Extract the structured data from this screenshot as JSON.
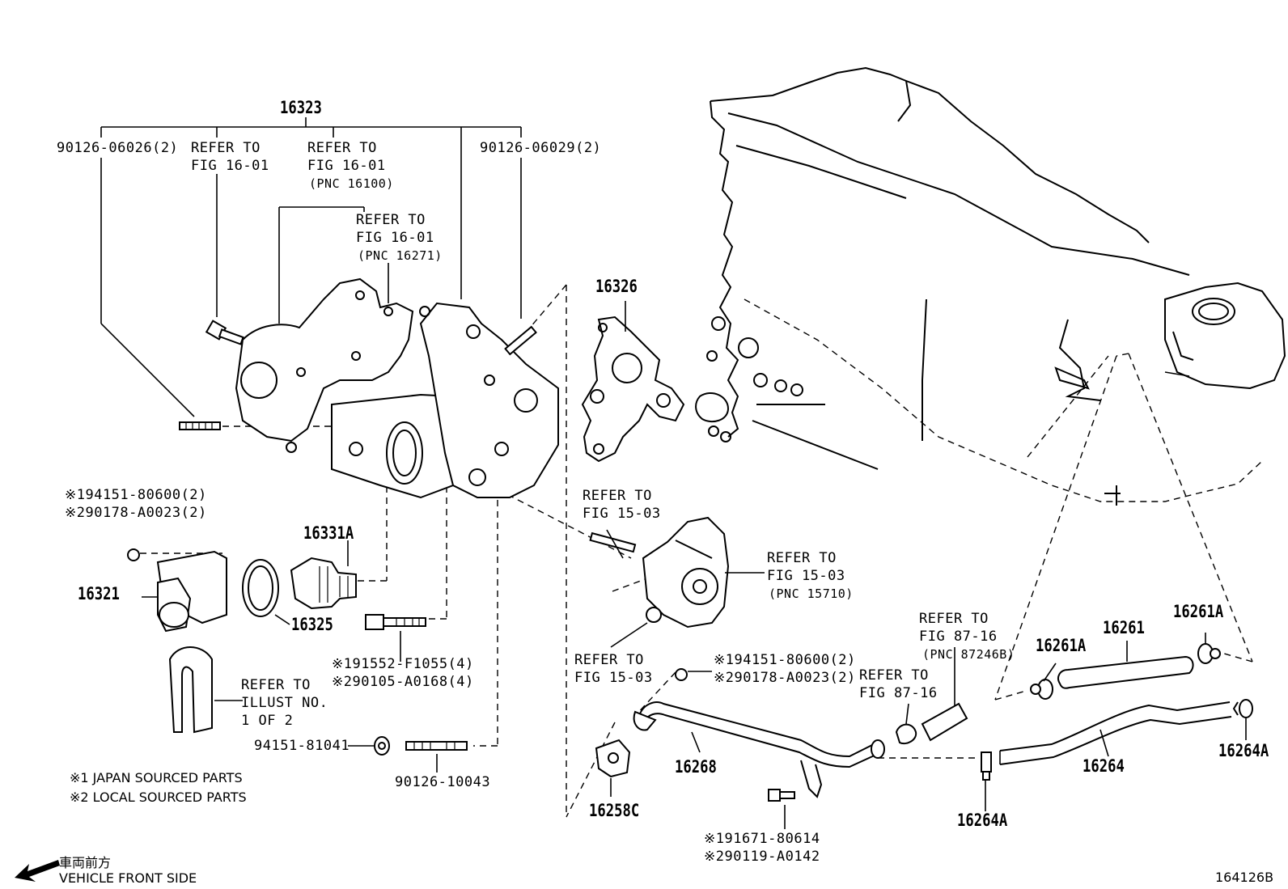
{
  "diagram_id": "164126B",
  "refer_to": "REFER TO",
  "fig_16_01": "FIG 16-01",
  "fig_15_03": "FIG 15-03",
  "fig_87_16": "FIG 87-16",
  "pnc_16100": "(PNC 16100)",
  "pnc_16271": "(PNC 16271)",
  "pnc_15710": "(PNC 15710)",
  "pnc_87246b": "(PNC 87246B)",
  "illust_ref": [
    "REFER TO",
    "ILLUST NO.",
    "1 OF 2"
  ],
  "parts": {
    "p16323": "16323",
    "p16326": "16326",
    "p16331a": "16331A",
    "p16321": "16321",
    "p16325": "16325",
    "p16268": "16268",
    "p16258c": "16258C",
    "p16264": "16264",
    "p16264a": "16264A",
    "p16261": "16261",
    "p16261a": "16261A"
  },
  "fasteners": {
    "stud_left": "90126-06026(2)",
    "stud_right": "90126-06029(2)",
    "nut_1": "※194151-80600(2)",
    "nut_2": "※290178-A0023(2)",
    "bolt_1": "※191552-F1055(4)",
    "bolt_2": "※290105-A0168(4)",
    "nut_single": "94151-81041",
    "stud_long": "90126-10043",
    "bolt2_1": "※191671-80614",
    "bolt2_2": "※290119-A0142"
  },
  "notes": {
    "japan": "※1 JAPAN SOURCED PARTS",
    "local": "※2 LOCAL SOURCED PARTS"
  },
  "direction": {
    "japanese": "車両前方",
    "english": "VEHICLE FRONT SIDE"
  }
}
